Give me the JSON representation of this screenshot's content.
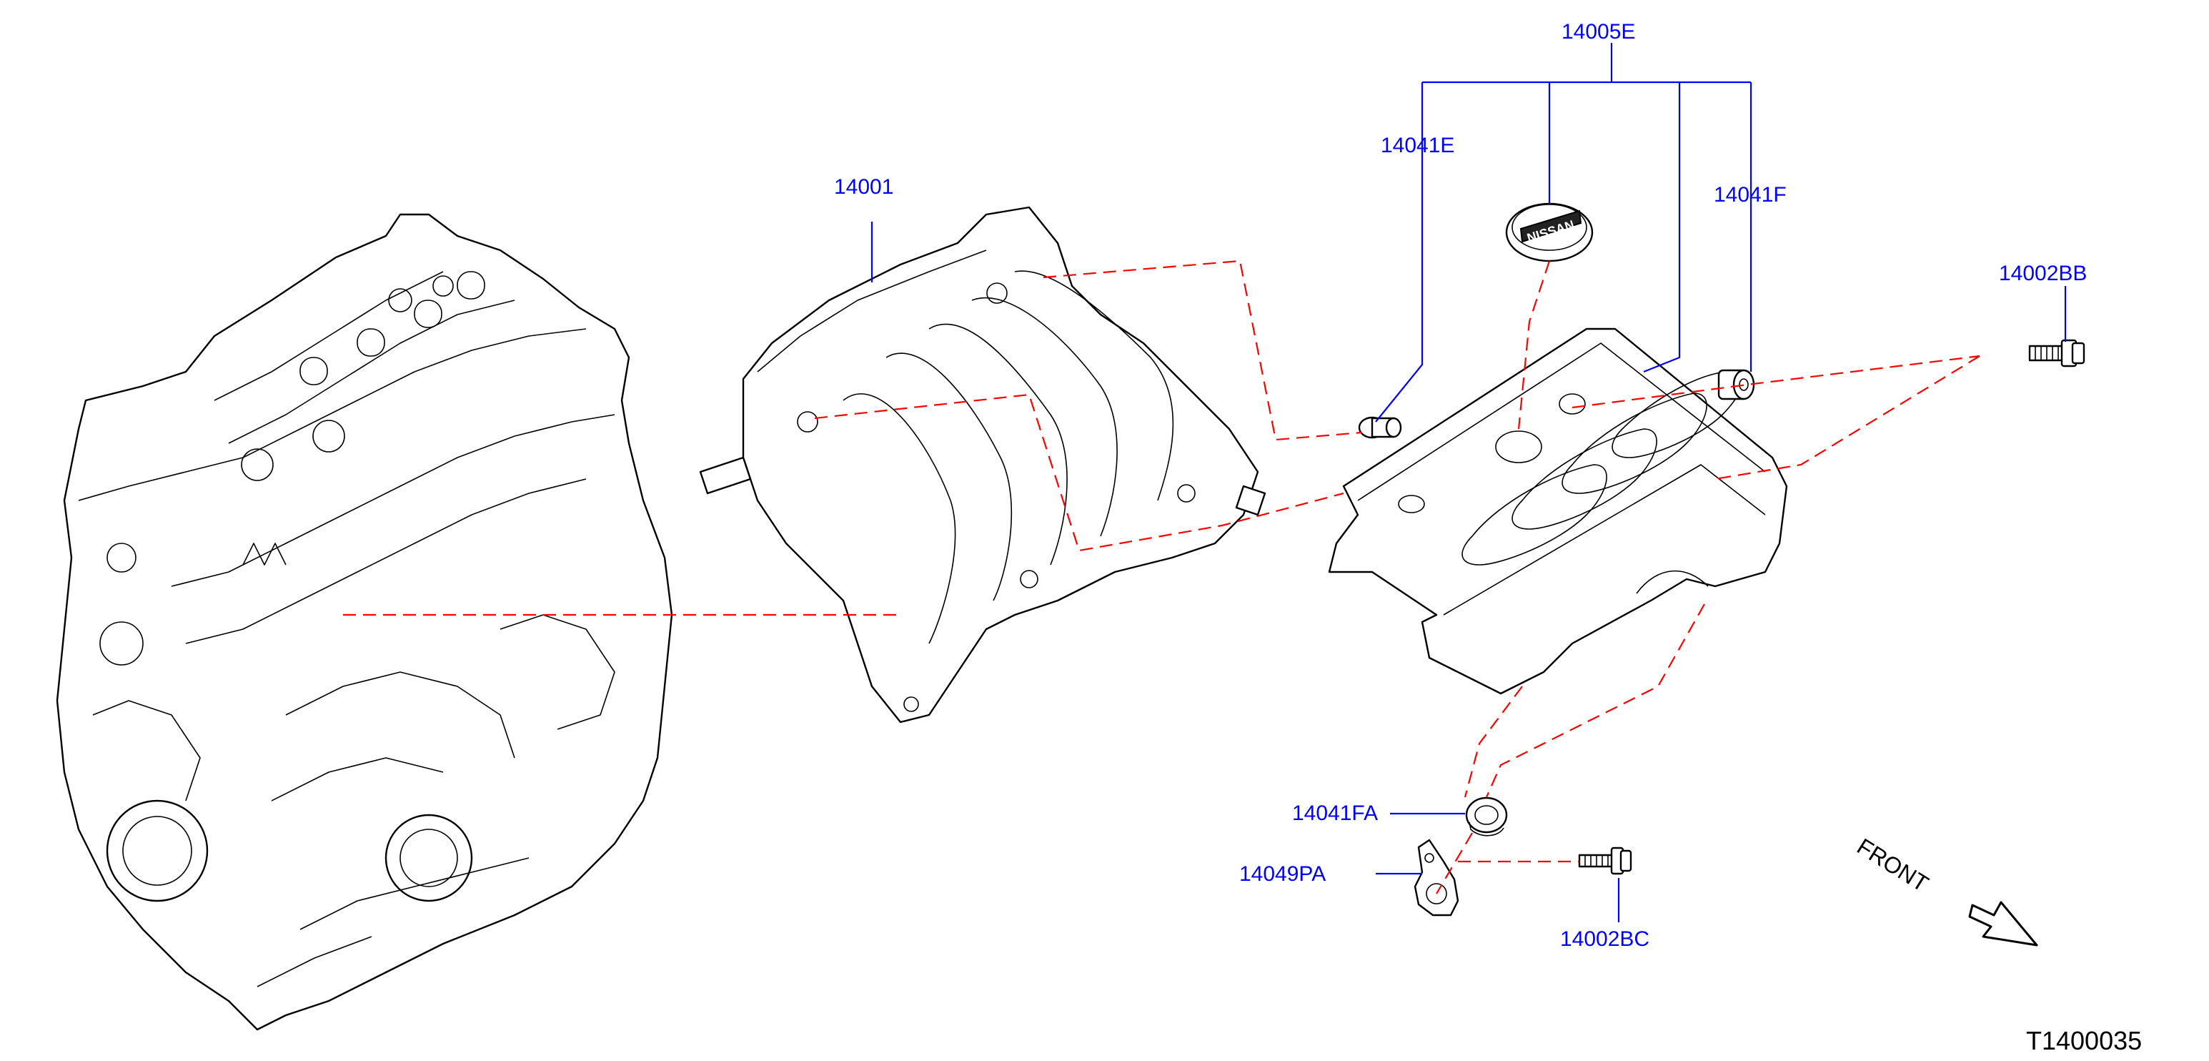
{
  "diagram": {
    "labels": {
      "p14005E": "14005E",
      "p14041E": "14041E",
      "p14001": "14001",
      "p14041F": "14041F",
      "p14002BB": "14002BB",
      "p14041FA": "14041FA",
      "p14049PA": "14049PA",
      "p14002BC": "14002BC"
    },
    "front_label": "FRONT",
    "figure_code": "T1400035",
    "cap_logo_text": "NISSAN",
    "colors": {
      "label_text": "#0000ff",
      "leader_line": "#0000ff",
      "dashed_assembly_line": "#ff0000",
      "outline": "#000000"
    }
  }
}
